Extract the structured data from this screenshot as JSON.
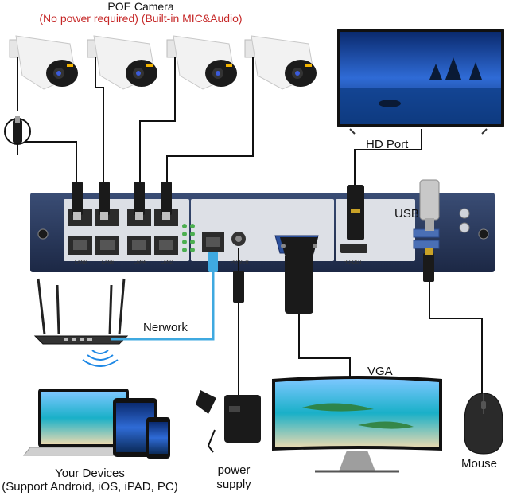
{
  "title": {
    "line1": "POE Camera",
    "line2": "(No power required) (Built-in MIC&Audio)"
  },
  "labels": {
    "hd_port": "HD Port",
    "usb": "USB",
    "network": "Nerwork",
    "vga": "VGA",
    "devices_line1": "Your Devices",
    "devices_line2": "(Support Android, iOS, iPAD, PC)",
    "power_line1": "power",
    "power_line2": "supply",
    "mouse": "Mouse"
  },
  "panel": {
    "port_labels": [
      "LAN8",
      "LAN6",
      "LAN4",
      "LAN2"
    ],
    "hdmi_label": "HD-OUT",
    "power_label": "POWER"
  },
  "colors": {
    "poe_subtitle": "#c62828",
    "network_cable": "#3fa9e0",
    "recorder_body": "#2a3a5c"
  }
}
